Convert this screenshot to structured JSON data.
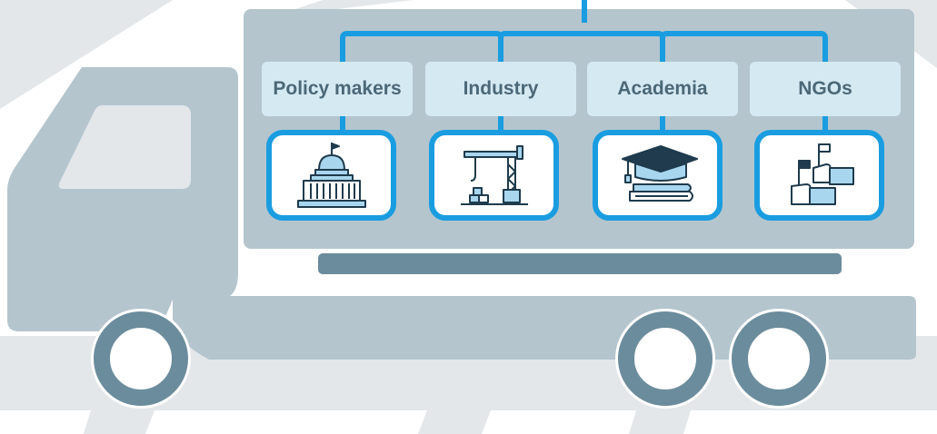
{
  "diagram": {
    "groups": [
      {
        "label": "Policy makers",
        "icon": "capitol-building-icon"
      },
      {
        "label": "Industry",
        "icon": "construction-crane-icon"
      },
      {
        "label": "Academia",
        "icon": "graduation-cap-books-icon"
      },
      {
        "label": "NGOs",
        "icon": "hands-holding-flags-icon"
      }
    ]
  },
  "colors": {
    "background_stripe": "#e3e7ea",
    "truck_body": "#b4c5ce",
    "truck_dark": "#6b8c9c",
    "label_fill": "#d5e9f3",
    "label_text": "#4b6878",
    "connector_blue": "#1a9de0",
    "icon_line": "#1f3b4d",
    "icon_fill": "#a8d6ee"
  }
}
